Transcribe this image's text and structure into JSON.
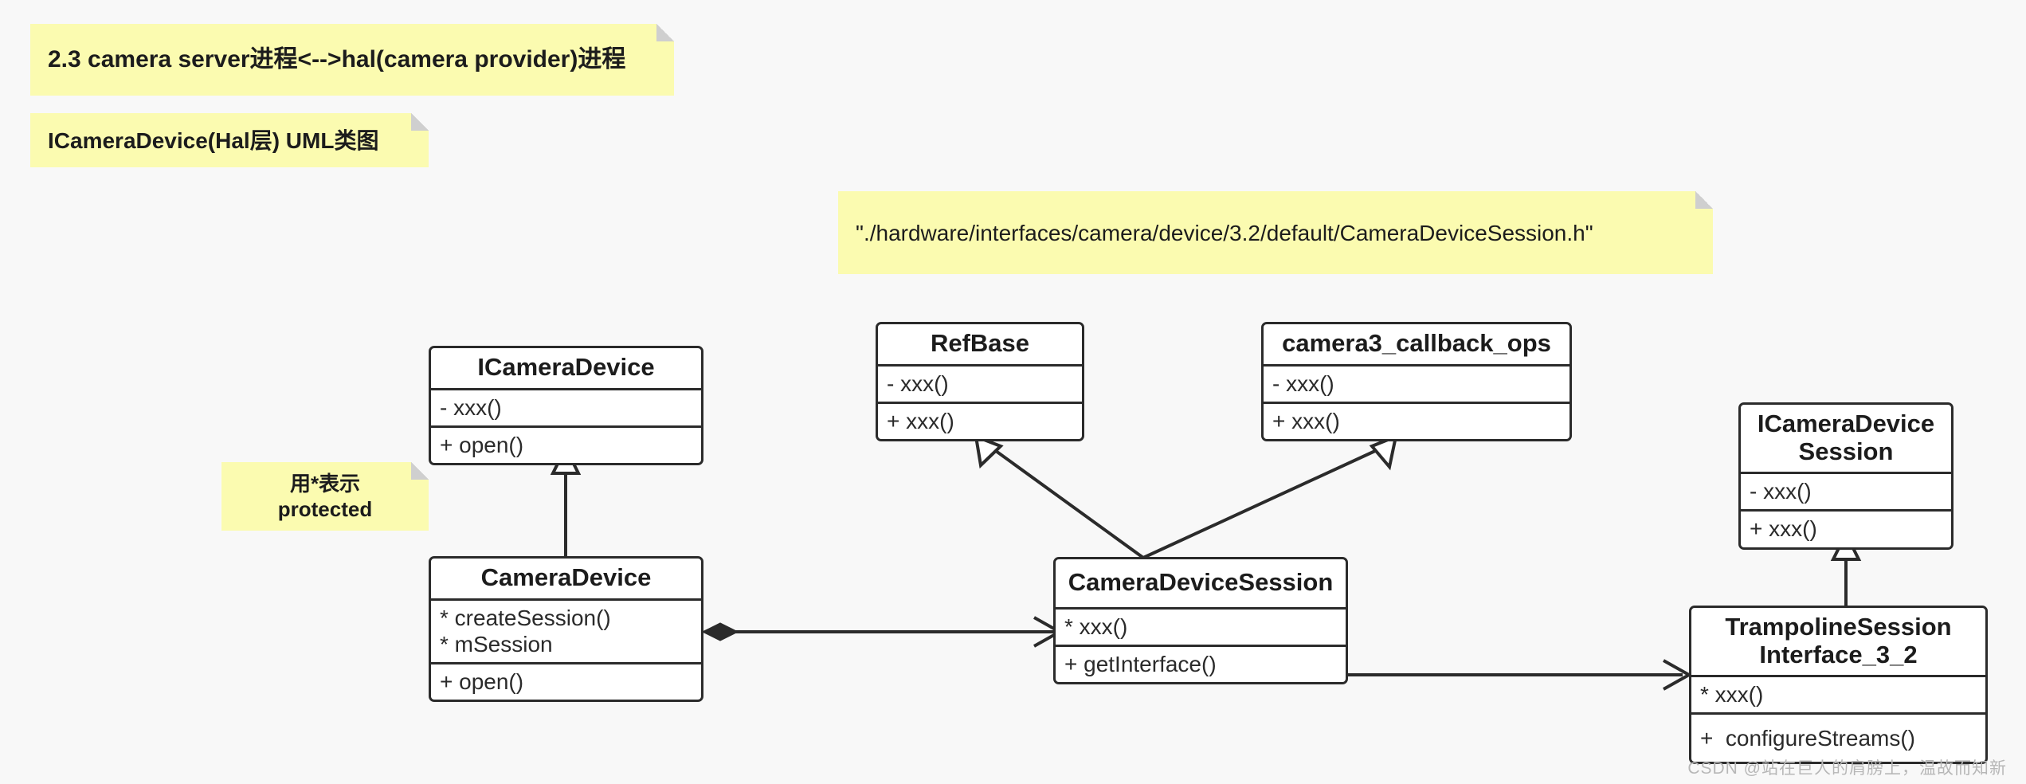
{
  "diagram": {
    "title_note": "2.3 camera server进程<-->hal(camera provider)进程",
    "subtitle_note": "ICameraDevice(Hal层) UML类图",
    "path_note": "\"./hardware/interfaces/camera/device/3.2/default/CameraDeviceSession.h\"",
    "protected_note": "用*表示\nprotected",
    "watermark": "CSDN @站在巨人的肩膀上，温故而知新",
    "background_color": "#f8f8f8",
    "note_color": "#fbfbb0",
    "line_color": "#2b2b2b"
  },
  "classes": {
    "icameradevice": {
      "name": "ICameraDevice",
      "attributes": [
        "- xxx()"
      ],
      "methods": [
        "+ open()"
      ]
    },
    "cameradevice": {
      "name": "CameraDevice",
      "attributes": [
        "* createSession()",
        "* mSession"
      ],
      "methods": [
        "+ open()"
      ]
    },
    "refbase": {
      "name": "RefBase",
      "attributes": [
        "- xxx()"
      ],
      "methods": [
        "+ xxx()"
      ]
    },
    "camera3_callback_ops": {
      "name": "camera3_callback_ops",
      "attributes": [
        "- xxx()"
      ],
      "methods": [
        "+ xxx()"
      ]
    },
    "cameradevicesession": {
      "name": "CameraDeviceSession",
      "attributes": [
        "* xxx()"
      ],
      "methods": [
        "+ getInterface()"
      ]
    },
    "icameradevicesession": {
      "name": "ICameraDevice\nSession",
      "attributes": [
        "- xxx()"
      ],
      "methods": [
        "+ xxx()"
      ]
    },
    "trampolinesessioninterface_3_2": {
      "name": "TrampolineSession\nInterface_3_2",
      "attributes": [
        "* xxx()"
      ],
      "methods": [
        "+  configureStreams()"
      ]
    }
  },
  "relations": [
    {
      "from": "CameraDevice",
      "to": "ICameraDevice",
      "type": "generalization"
    },
    {
      "from": "CameraDeviceSession",
      "to": "RefBase",
      "type": "generalization"
    },
    {
      "from": "CameraDeviceSession",
      "to": "camera3_callback_ops",
      "type": "generalization"
    },
    {
      "from": "CameraDevice",
      "to": "CameraDeviceSession",
      "type": "composition"
    },
    {
      "from": "CameraDeviceSession",
      "to": "TrampolineSessionInterface_3_2",
      "type": "association"
    },
    {
      "from": "TrampolineSessionInterface_3_2",
      "to": "ICameraDeviceSession",
      "type": "generalization"
    }
  ]
}
